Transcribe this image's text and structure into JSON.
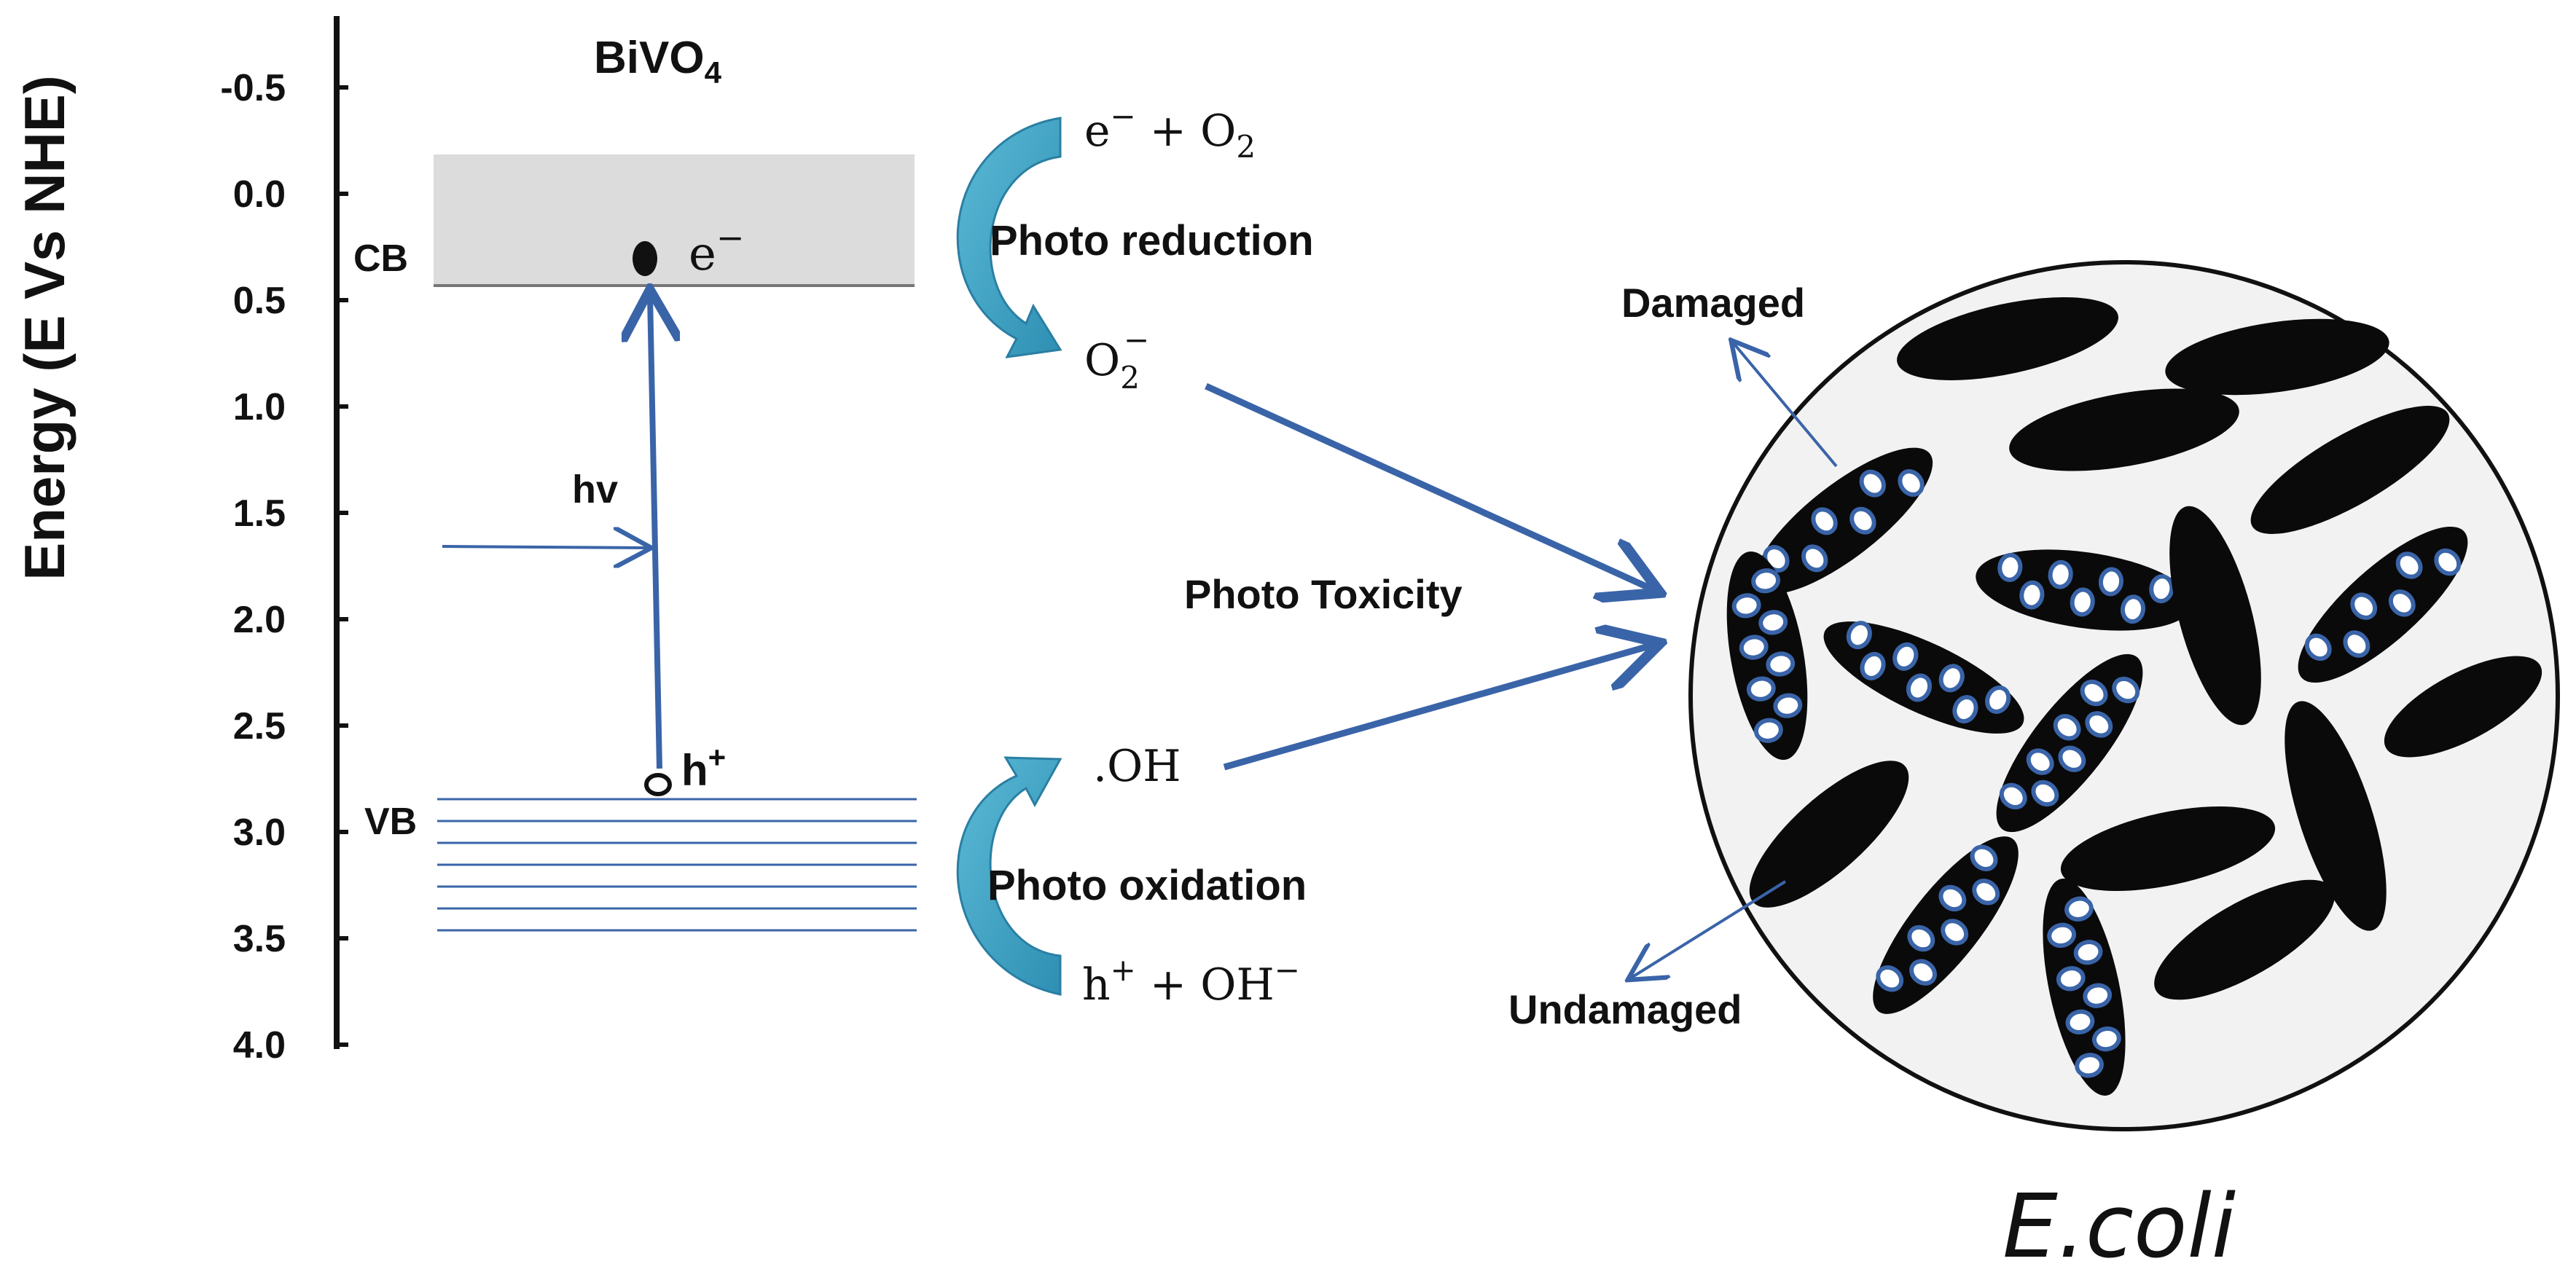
{
  "axis": {
    "label": "Energy (E Vs NHE)",
    "ticks": [
      "-0.5",
      "0.0",
      "0.5",
      "1.0",
      "1.5",
      "2.0",
      "2.5",
      "3.0",
      "3.5",
      "4.0"
    ]
  },
  "material": {
    "prefix": "BiVO",
    "subscript": "4"
  },
  "bands": {
    "cb": "CB",
    "vb": "VB"
  },
  "carriers": {
    "electron_base": "e",
    "electron_sup": "−",
    "hole_base": "h",
    "hole_sup": "+",
    "photon": "hv"
  },
  "reduction": {
    "label": "Photo reduction",
    "reactant_base": "e",
    "reactant_sup": "−",
    "reactant_mid": " + O",
    "reactant_sub": "2",
    "product_base": "O",
    "product_sub": "2",
    "product_sup": "−"
  },
  "oxidation": {
    "label": "Photo oxidation",
    "product": ".OH",
    "reactant_base": "h",
    "reactant_sup": "+",
    "reactant_mid": " + OH",
    "reactant_sup2": "−"
  },
  "toxicity": {
    "label": "Photo Toxicity"
  },
  "cells": {
    "damaged": "Damaged",
    "undamaged": "Undamaged",
    "organism": "E.coli"
  },
  "colors": {
    "arrow": "#3a64a8",
    "curved_arrow": "#3aa3c4",
    "cb_fill": "#dcdcdc",
    "circle_fill": "#f2f2f2"
  }
}
